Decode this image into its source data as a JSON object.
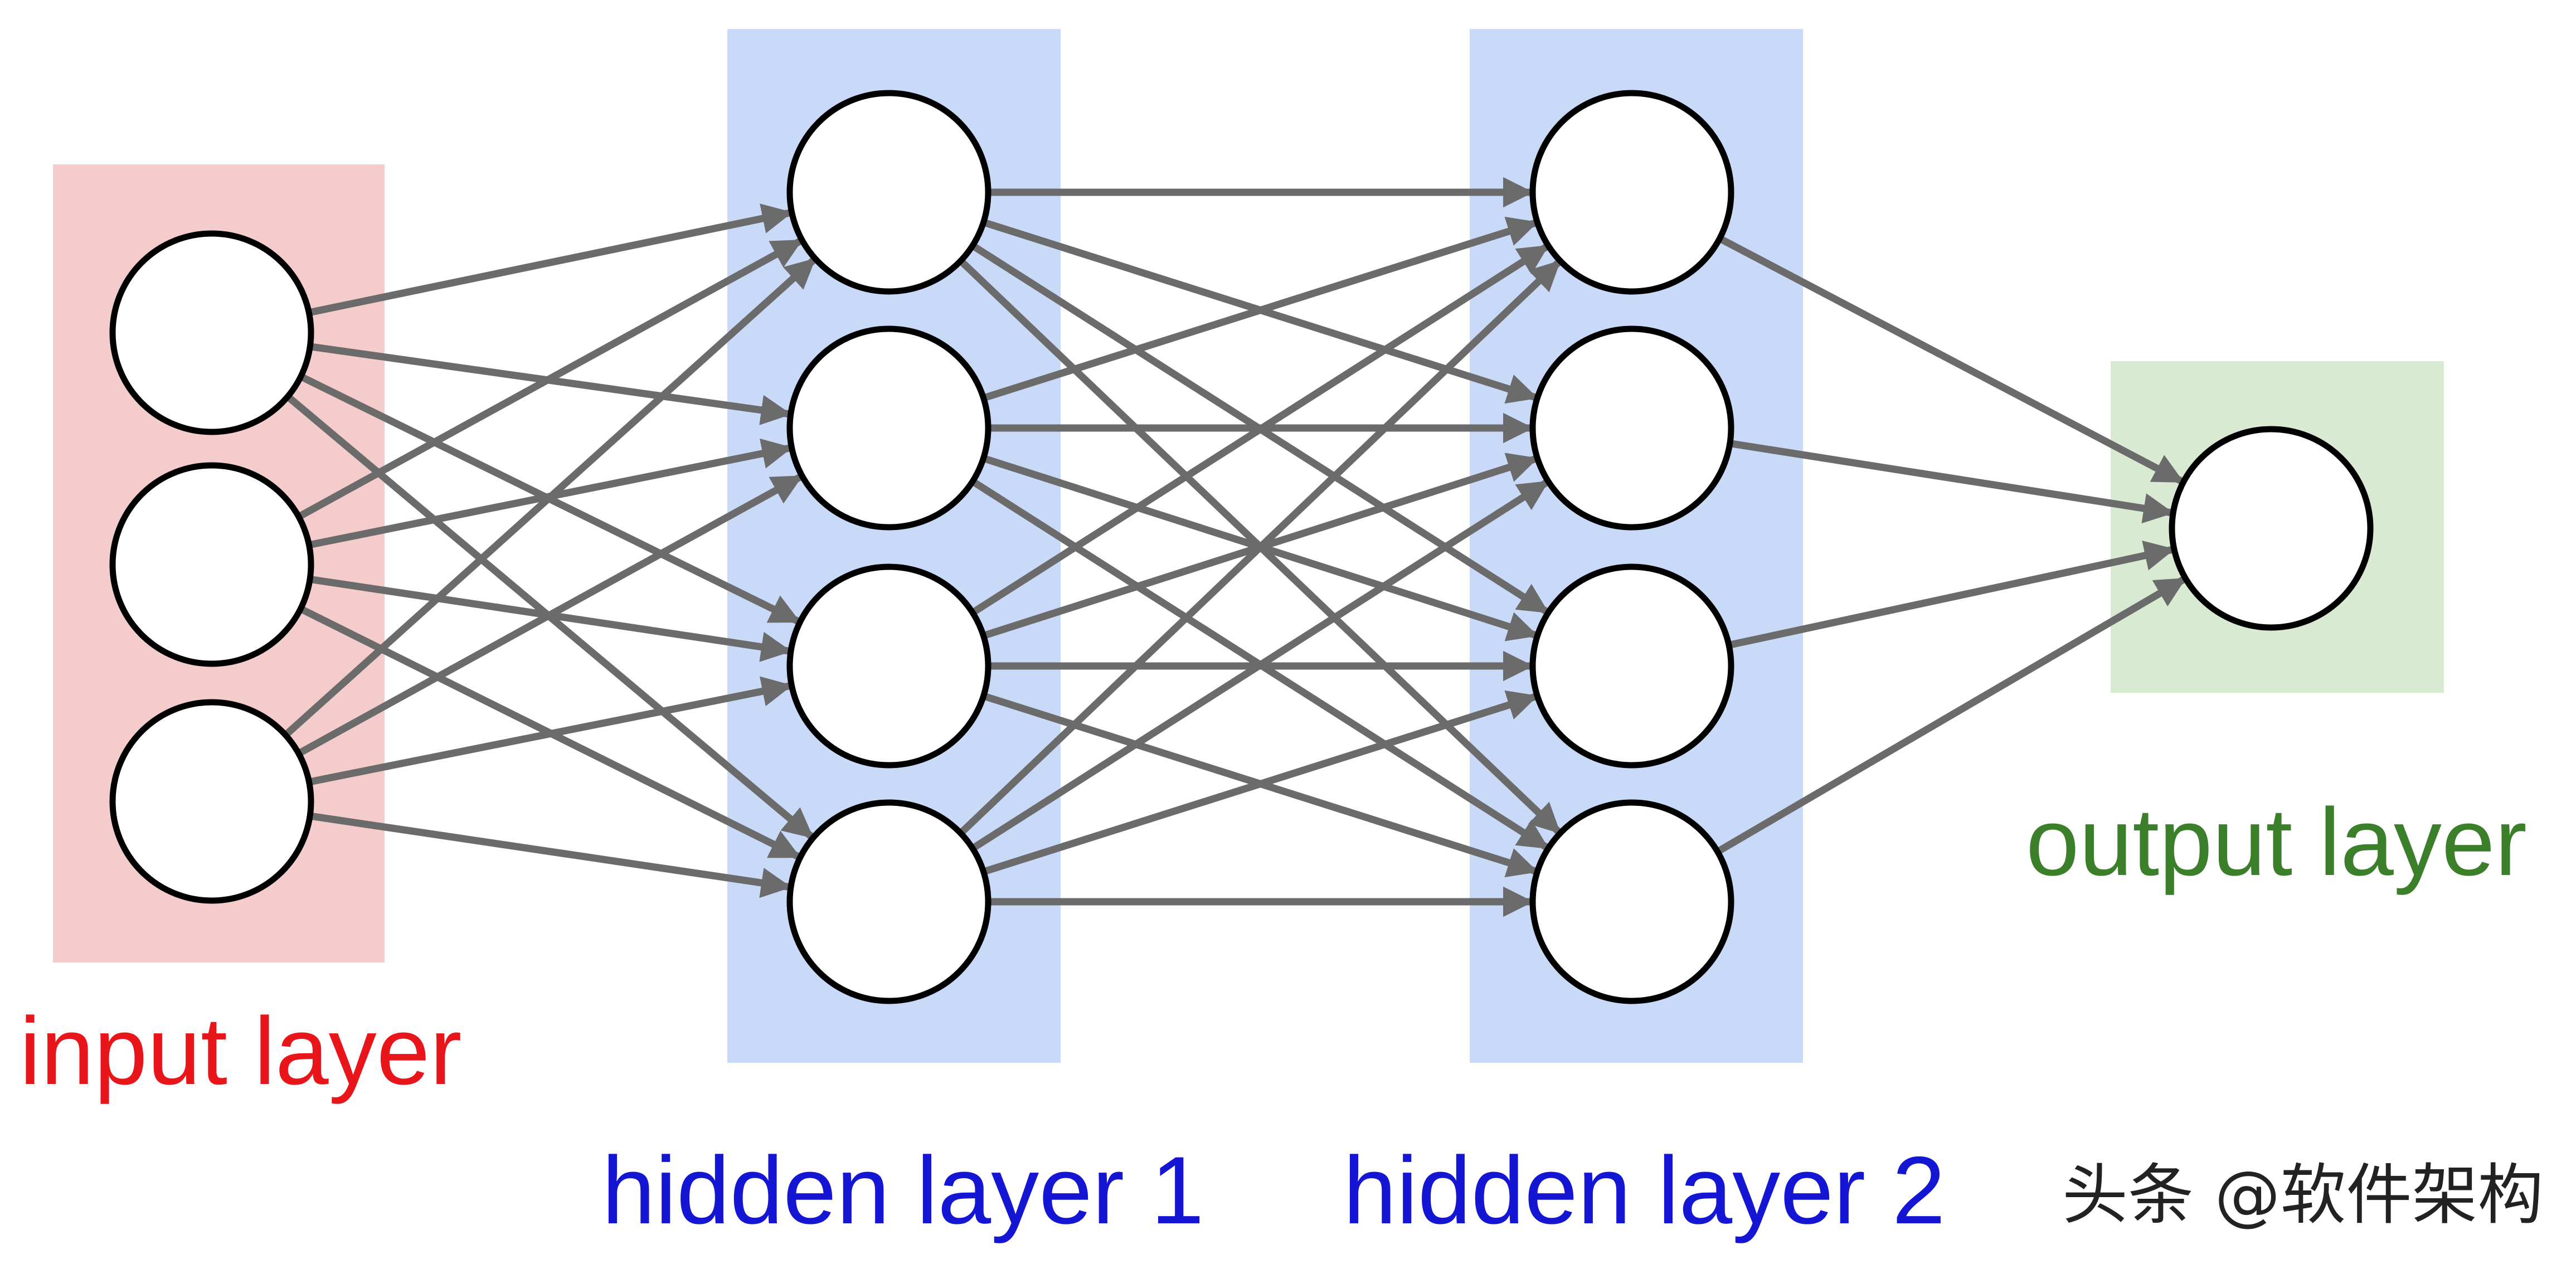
{
  "layers": [
    {
      "id": "input",
      "label": "input layer",
      "neurons": 3,
      "fill": "#f4cccc",
      "label_color": "#e8151b"
    },
    {
      "id": "hidden1",
      "label": "hidden layer 1",
      "neurons": 4,
      "fill": "#c9daf8",
      "label_color": "#1515d4"
    },
    {
      "id": "hidden2",
      "label": "hidden layer 2",
      "neurons": 4,
      "fill": "#c9daf8",
      "label_color": "#1515d4"
    },
    {
      "id": "output",
      "label": "output layer",
      "neurons": 1,
      "fill": "#d9ead3",
      "label_color": "#3c7f2a"
    }
  ],
  "connections": "fully-connected",
  "edge_color": "#6b6b6b",
  "neuron_fill": "#ffffff",
  "neuron_stroke": "#000000",
  "watermark": "头条 @软件架构"
}
